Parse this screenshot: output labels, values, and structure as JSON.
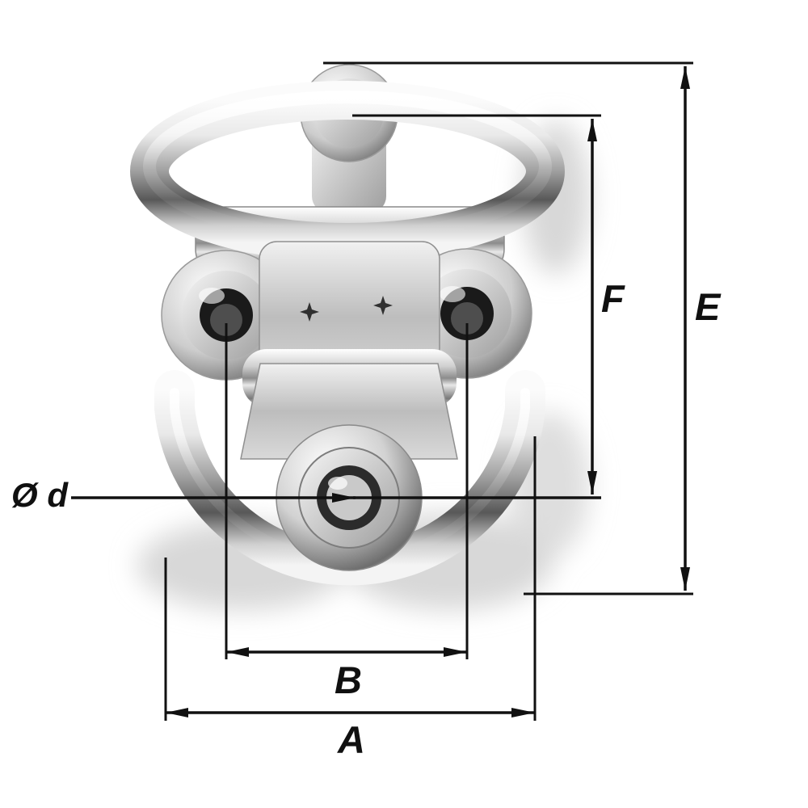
{
  "diagram": {
    "type": "technical-dimension-drawing",
    "product": "folding-pad-eye-double-ring",
    "labels": {
      "A": "A",
      "B": "B",
      "E": "E",
      "F": "F",
      "diameter": "Ø d"
    },
    "colors": {
      "background": "#ffffff",
      "dimension_line": "#111111",
      "chrome_light": "#f8f8f8",
      "chrome_mid": "#9a9a9a",
      "chrome_dark": "#4a4a4a"
    }
  }
}
